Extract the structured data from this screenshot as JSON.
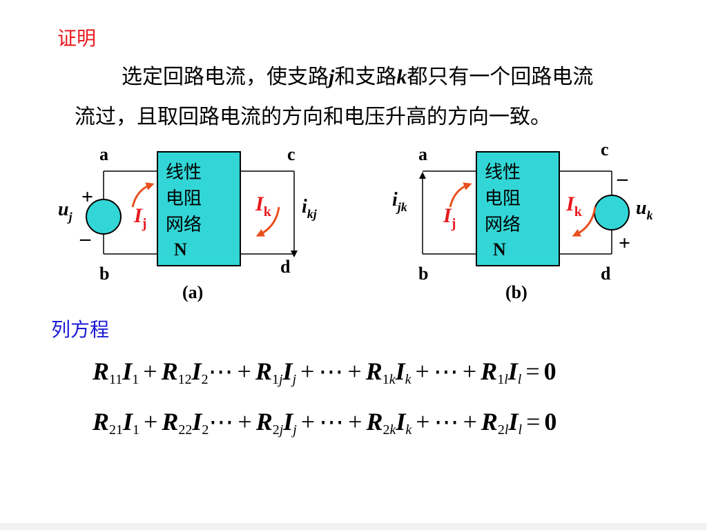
{
  "heading_proof": "证明",
  "paragraph": {
    "line1_a": "选定回路电流，使支路",
    "var_j": "j",
    "line1_b": "和支路",
    "var_k": "k",
    "line1_c": "都只有一个回路电流",
    "line2": "流过，且取回路电流的方向和电压升高的方向一致。"
  },
  "heading_equations": "列方程",
  "circuit_a": {
    "node_a": "a",
    "node_b": "b",
    "node_c": "c",
    "node_d": "d",
    "box_line1": "线性",
    "box_line2": "电阻",
    "box_line3": "网络",
    "box_line4": "N",
    "plus": "+",
    "minus": "–",
    "source_var": "u",
    "source_sub": "j",
    "loop_j_var": "I",
    "loop_j_sub": "j",
    "loop_k_var": "I",
    "loop_k_sub": "k",
    "current_var": "i",
    "current_sub": "kj",
    "caption": "(a)"
  },
  "circuit_b": {
    "node_a": "a",
    "node_b": "b",
    "node_c": "c",
    "node_d": "d",
    "box_line1": "线性",
    "box_line2": "电阻",
    "box_line3": "网络",
    "box_line4": "N",
    "plus": "+",
    "minus": "–",
    "source_var": "u",
    "source_sub": "k",
    "loop_j_var": "I",
    "loop_j_sub": "j",
    "loop_k_var": "I",
    "loop_k_sub": "k",
    "current_var": "i",
    "current_sub": "jk",
    "caption": "(b)"
  },
  "equation1": {
    "t1": "R",
    "t1s": "11",
    "t2": "I",
    "t2s": "1",
    "op1": "+",
    "t3": "R",
    "t3s": "12",
    "t4": "I",
    "t4s": "2",
    "dots1": "⋯",
    "op2": "+",
    "t5": "R",
    "t5s_n": "1",
    "t5s_i": "j",
    "t6": "I",
    "t6s": "j",
    "op3": "+",
    "dots2": "⋯",
    "op4": "+",
    "t7": "R",
    "t7s_n": "1",
    "t7s_i": "k",
    "t8": "I",
    "t8s": "k",
    "op5": "+",
    "dots3": "⋯",
    "op6": "+",
    "t9": "R",
    "t9s_n": "1",
    "t9s_i": "l",
    "t10": "I",
    "t10s": "l",
    "eq": "=",
    "rhs": "0"
  },
  "equation2": {
    "t1": "R",
    "t1s": "21",
    "t2": "I",
    "t2s": "1",
    "op1": "+",
    "t3": "R",
    "t3s": "22",
    "t4": "I",
    "t4s": "2",
    "dots1": "⋯",
    "op2": "+",
    "t5": "R",
    "t5s_n": "2",
    "t5s_i": "j",
    "t6": "I",
    "t6s": "j",
    "op3": "+",
    "dots2": "⋯",
    "op4": "+",
    "t7": "R",
    "t7s_n": "2",
    "t7s_i": "k",
    "t8": "I",
    "t8s": "k",
    "op5": "+",
    "dots3": "⋯",
    "op6": "+",
    "t9": "R",
    "t9s_n": "2",
    "t9s_i": "l",
    "t10": "I",
    "t10s": "l",
    "eq": "=",
    "rhs": "0"
  },
  "colors": {
    "heading_red": "#e8191e",
    "heading_blue": "#1a1ad6",
    "network_fill": "#33d6d6",
    "loop_arrow": "#e8501e"
  }
}
